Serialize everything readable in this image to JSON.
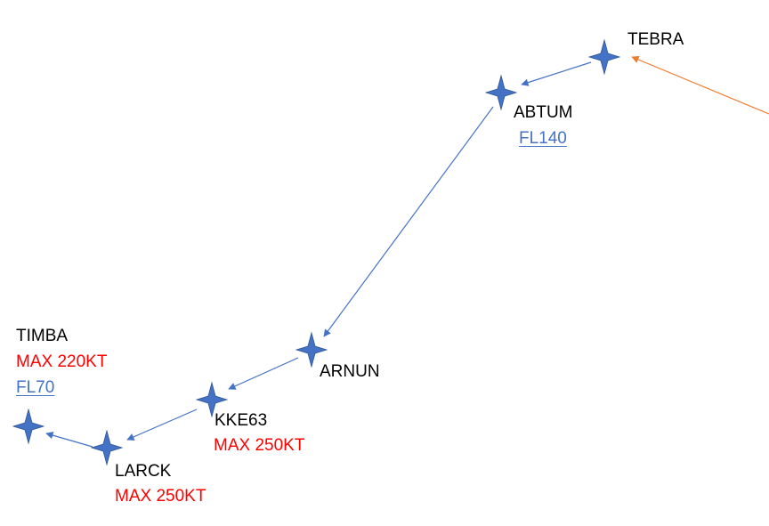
{
  "colors": {
    "route_line": "#4472c4",
    "waypoint_fill": "#4472c4",
    "inbound_line": "#ed7d31",
    "label_text": "#000000",
    "speed_constraint": "#ff0000",
    "altitude_constraint": "#4472c4"
  },
  "waypoints": {
    "tebra": {
      "name": "TEBRA",
      "icon": "four-point-star-icon"
    },
    "abtum": {
      "name": "ABTUM",
      "altitude": "FL140",
      "icon": "four-point-star-icon"
    },
    "arnun": {
      "name": "ARNUN",
      "icon": "four-point-star-icon"
    },
    "kke63": {
      "name": "KKE63",
      "speed": "MAX 250KT",
      "icon": "four-point-star-icon"
    },
    "larck": {
      "name": "LARCK",
      "speed": "MAX 250KT",
      "icon": "four-point-star-icon"
    },
    "timba": {
      "name": "TIMBA",
      "speed": "MAX 220KT",
      "altitude": "FL70",
      "icon": "four-point-star-icon"
    }
  },
  "route_order": [
    "TEBRA",
    "ABTUM",
    "ARNUN",
    "KKE63",
    "LARCK",
    "TIMBA"
  ]
}
